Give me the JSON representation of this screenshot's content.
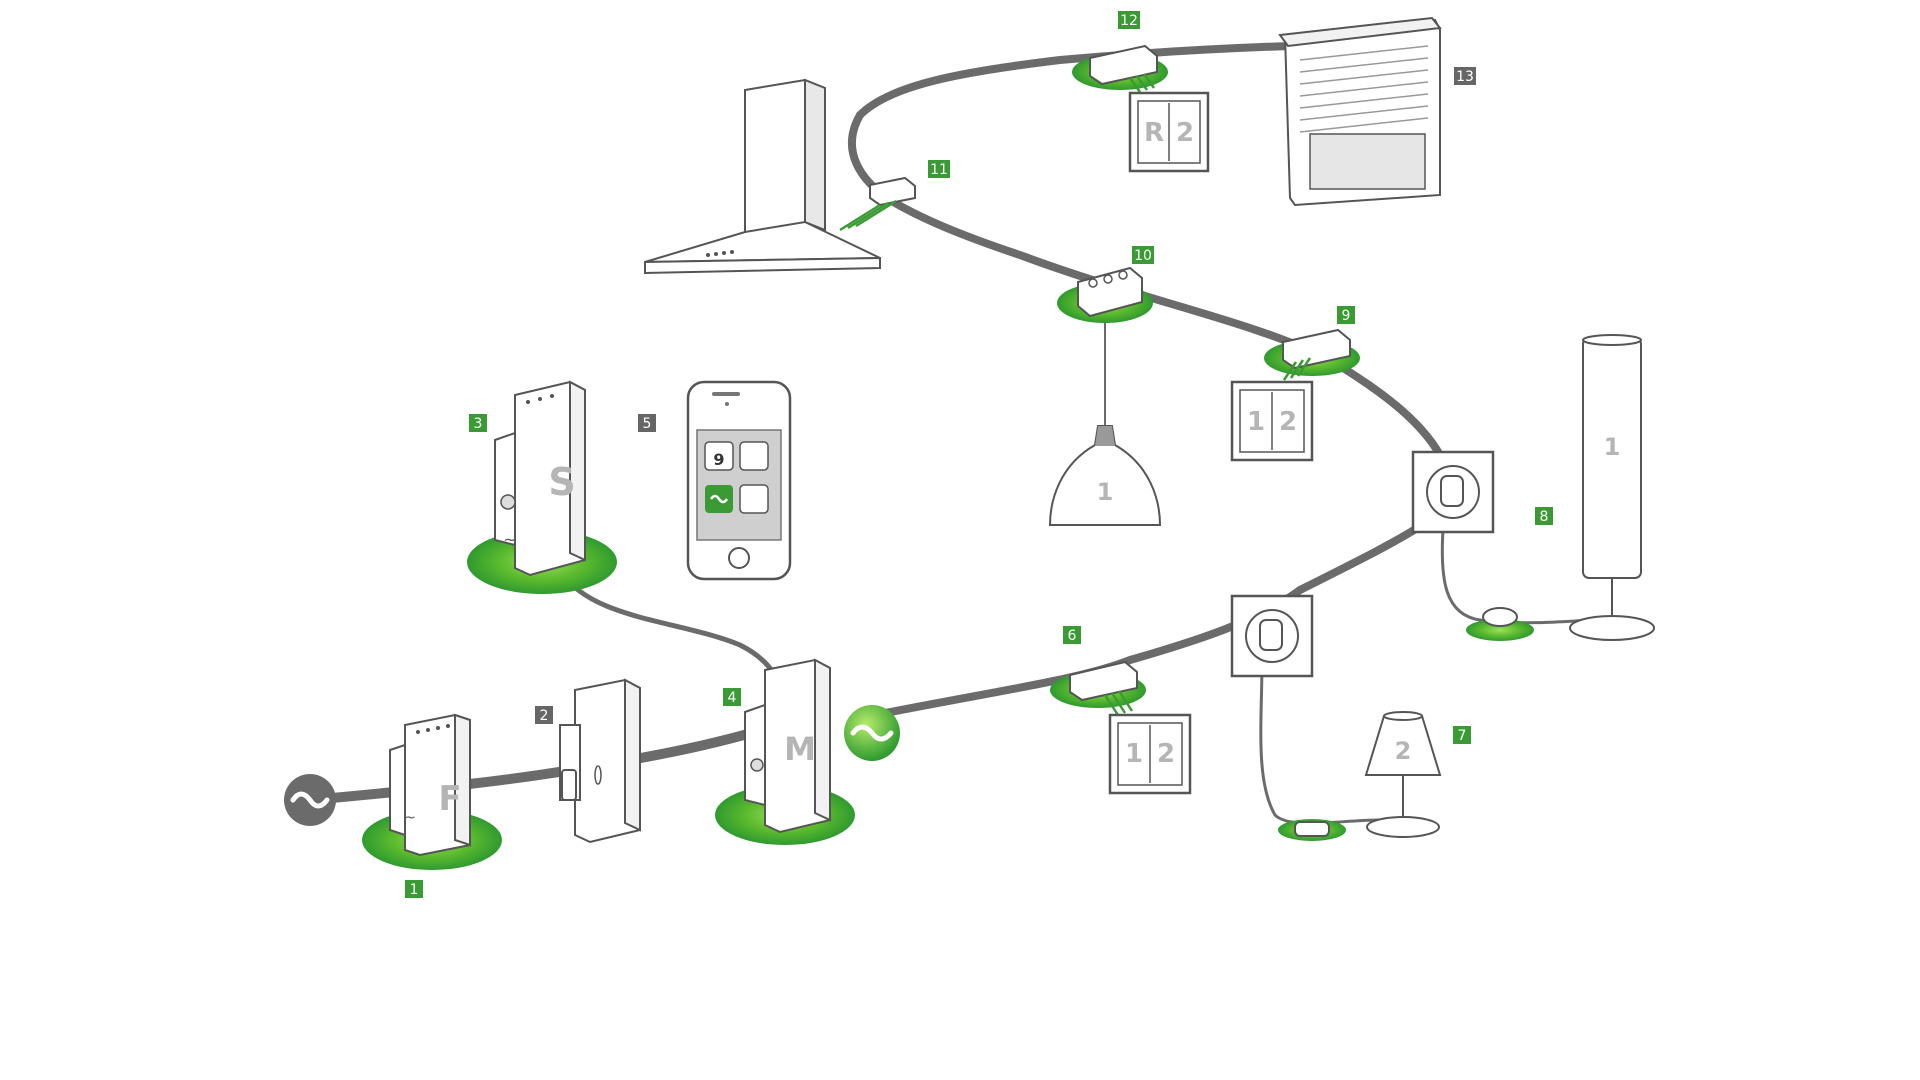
{
  "colors": {
    "cable": "#6b6b6b",
    "green": "#2f9a2f",
    "green_light": "#8fd14f",
    "tag_green": "#3a9b35",
    "tag_grey": "#666666",
    "outline": "#555555"
  },
  "tags": [
    {
      "id": "1",
      "style": "green"
    },
    {
      "id": "2",
      "style": "grey"
    },
    {
      "id": "3",
      "style": "green"
    },
    {
      "id": "4",
      "style": "green"
    },
    {
      "id": "5",
      "style": "grey"
    },
    {
      "id": "6",
      "style": "green"
    },
    {
      "id": "7",
      "style": "green"
    },
    {
      "id": "8",
      "style": "green"
    },
    {
      "id": "9",
      "style": "green"
    },
    {
      "id": "10",
      "style": "green"
    },
    {
      "id": "11",
      "style": "green"
    },
    {
      "id": "12",
      "style": "green"
    },
    {
      "id": "13",
      "style": "grey"
    }
  ],
  "device_letters": {
    "filter": "F",
    "server": "S",
    "master": "M"
  },
  "switch_labels": {
    "switch_6": [
      "1",
      "2"
    ],
    "switch_9": [
      "1",
      "2"
    ],
    "switch_12": [
      "R",
      "2"
    ]
  },
  "lamp_labels": {
    "pendant": "1",
    "table_lamp": "2",
    "floor_lamp": "1"
  },
  "phone": {
    "calendar_day": "9"
  },
  "icons": [
    "ac-source-icon",
    "ac-signal-icon",
    "smartphone-icon",
    "power-socket-icon",
    "light-switch-icon",
    "lamp-icon",
    "range-hood-icon",
    "roller-shutter-icon",
    "circuit-breaker-icon"
  ]
}
